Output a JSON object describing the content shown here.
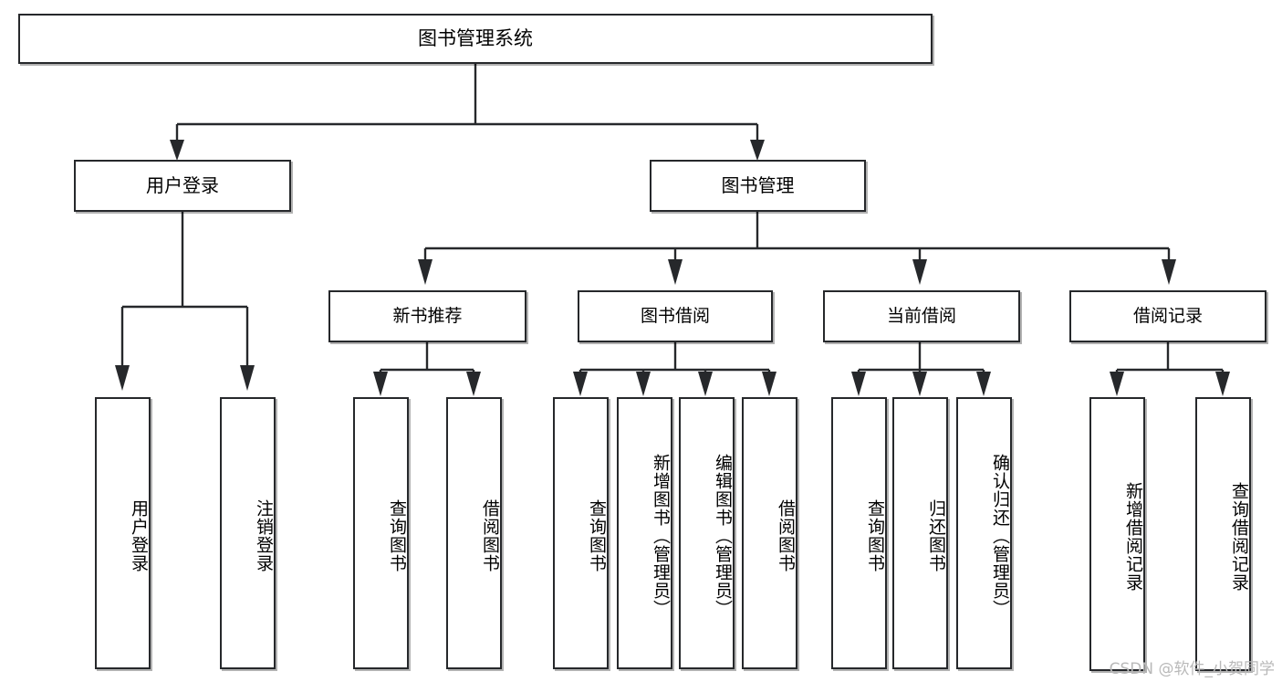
{
  "diagram": {
    "title": "图书管理系统",
    "type": "tree",
    "watermark": "CSDN @软件_小贺同学",
    "root": {
      "label": "图书管理系统"
    },
    "level1": [
      {
        "label": "用户登录"
      },
      {
        "label": "图书管理"
      }
    ],
    "level2": [
      {
        "label": "新书推荐"
      },
      {
        "label": "图书借阅"
      },
      {
        "label": "当前借阅"
      },
      {
        "label": "借阅记录"
      }
    ],
    "leaves": {
      "user_login": [
        {
          "label": "用户登录"
        },
        {
          "label": "注销登录"
        }
      ],
      "new_book_rec": [
        {
          "label": "查询图书"
        },
        {
          "label": "借阅图书"
        }
      ],
      "book_borrow": [
        {
          "label": "查询图书"
        },
        {
          "label": "新增图书（管理员）"
        },
        {
          "label": "编辑图书（管理员）"
        },
        {
          "label": "借阅图书"
        }
      ],
      "current_borrow": [
        {
          "label": "查询图书"
        },
        {
          "label": "归还图书"
        },
        {
          "label": "确认归还（管理员）"
        }
      ],
      "borrow_record": [
        {
          "label": "新增借阅记录"
        },
        {
          "label": "查询借阅记录"
        }
      ]
    },
    "colors": {
      "stroke": "#26282b",
      "fill": "#ffffff",
      "watermark": "#b9b9b9"
    }
  }
}
